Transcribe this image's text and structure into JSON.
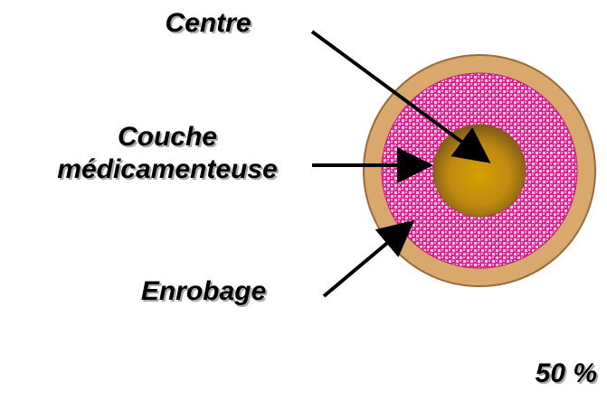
{
  "labels": {
    "centre": "Centre",
    "couche_line1": "Couche",
    "couche_line2": "médicamenteuse",
    "enrobage": "Enrobage",
    "percent": "50 %"
  },
  "colors": {
    "coating": "#d9a86c",
    "coating_stroke": "#9a6a3a",
    "drug_layer": "#e0228e",
    "drug_layer_pattern": "#f7c8e4",
    "core_light": "#d4a000",
    "core_dark": "#7a5a1a",
    "arrow": "#000000"
  }
}
